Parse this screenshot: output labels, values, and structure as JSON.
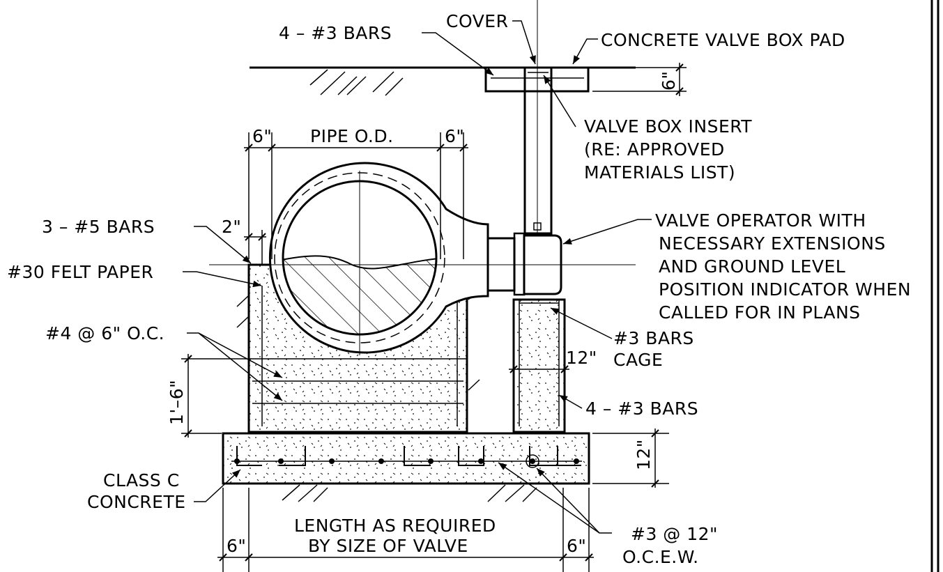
{
  "labels": {
    "cover": "COVER",
    "bars_4_3_top": "4 – #3 BARS",
    "concrete_valve_box_pad": "CONCRETE VALVE BOX PAD",
    "dim_6_pad": "6\"",
    "valve_box_insert_1": "VALVE BOX INSERT",
    "valve_box_insert_2": "(RE: APPROVED",
    "valve_box_insert_3": "MATERIALS LIST)",
    "dim_6_left": "6\"",
    "pipe_od": "PIPE O.D.",
    "dim_6_right": "6\"",
    "bars_3_5": "3 – #5 BARS",
    "dim_2": "2\"",
    "felt_paper": "#30 FELT PAPER",
    "operator_1": "VALVE OPERATOR WITH",
    "operator_2": "NECESSARY EXTENSIONS",
    "operator_3": "AND GROUND LEVEL",
    "operator_4": "POSITION INDICATOR WHEN",
    "operator_5": "CALLED FOR IN PLANS",
    "bars_4_6oc": "#4 @ 6\" O.C.",
    "cage_1": "#3 BARS",
    "cage_2": "CAGE",
    "dim_12_cage": "12\"",
    "dim_1_6": "1'–6\"",
    "bars_4_3_side": "4 – #3 BARS",
    "dim_12_base": "12\"",
    "class_c_1": "CLASS C",
    "class_c_2": "CONCRETE",
    "length_1": "LENGTH AS REQUIRED",
    "length_2": "BY SIZE OF VALVE",
    "dim_6_bottom_left": "6\"",
    "dim_6_bottom_right": "6\"",
    "rebar_1": "#3 @ 12\"",
    "rebar_2": "O.C.E.W."
  }
}
